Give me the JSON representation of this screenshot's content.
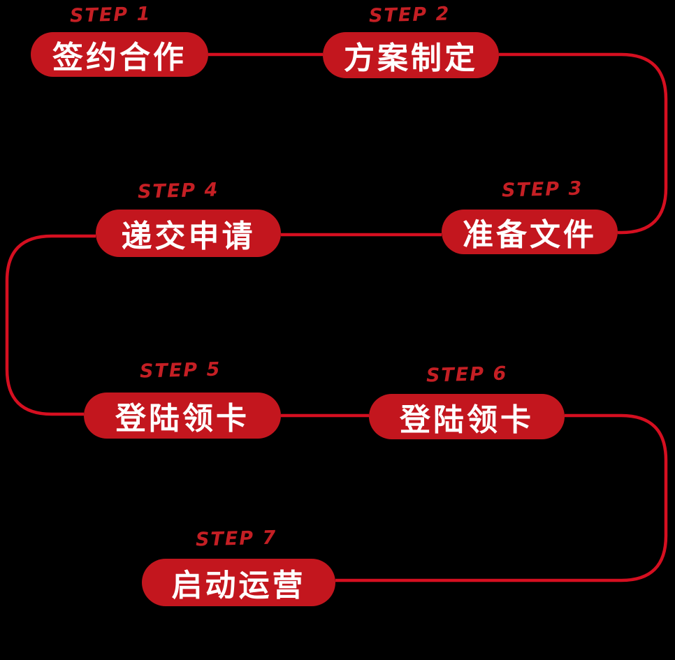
{
  "diagram": {
    "type": "process-flow",
    "direction": "snake-left-right",
    "step_count": 7
  },
  "theme": {
    "background": "#000000",
    "pill_red": "#c3161e",
    "line_red": "#d50f20",
    "label_red": "#c41f24",
    "pill_text": "#ffffff"
  },
  "steps": [
    {
      "label": "STEP 1",
      "title": "签约合作"
    },
    {
      "label": "STEP 2",
      "title": "方案制定"
    },
    {
      "label": "STEP 3",
      "title": "准备文件"
    },
    {
      "label": "STEP 4",
      "title": "递交申请"
    },
    {
      "label": "STEP 5",
      "title": "登陆领卡"
    },
    {
      "label": "STEP 6",
      "title": "登陆领卡"
    },
    {
      "label": "STEP 7",
      "title": "启动运营"
    }
  ]
}
